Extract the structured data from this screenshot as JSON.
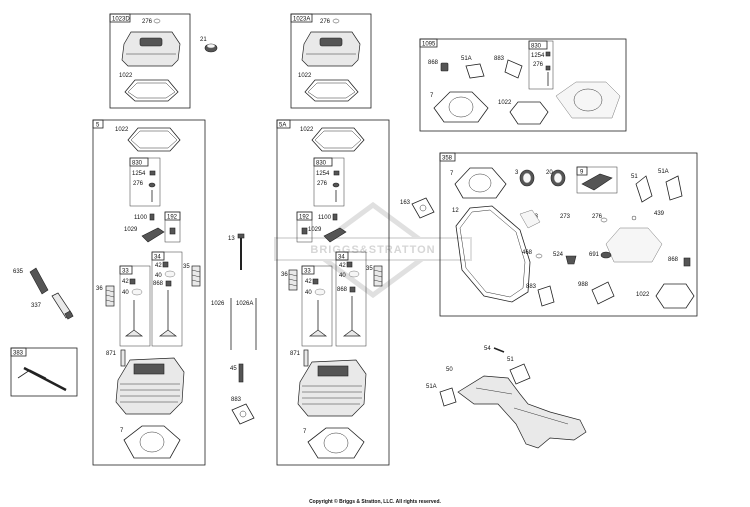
{
  "copyright": "Copyright © Briggs & Stratton, LLC. All rights reserved.",
  "watermark": "BRIGGS&STRATTON",
  "boxes": {
    "b1023d": "1023D",
    "b1023a": "1023A",
    "b1095": "1095",
    "b5": "5",
    "b5a": "5A",
    "b358": "358",
    "b383": "383",
    "b830a": "830",
    "b830b": "830",
    "b830c": "830",
    "b192a": "192",
    "b192b": "192",
    "b33a": "33",
    "b33b": "33",
    "b34a": "34",
    "b34b": "34",
    "b9": "9"
  },
  "labels": {
    "p276_1": "276",
    "p1022_1": "1022",
    "p21": "21",
    "p276_2": "276",
    "p1022_2": "1022",
    "p868_1": "868",
    "p51a_1": "51A",
    "p883_1": "883",
    "p1254_1": "1254",
    "p276_3": "276",
    "p7_1": "7",
    "p1022_3": "1022",
    "p1022_4": "1022",
    "p1254_2": "1254",
    "p276_4": "276",
    "p1100_1": "1100",
    "p1029_1": "1029",
    "p42_1": "42",
    "p42_2": "42",
    "p40_1": "40",
    "p40_2": "40",
    "p868_2": "868",
    "p36_1": "36",
    "p35_1": "35",
    "p871_1": "871",
    "p7_2": "7",
    "p1022_5": "1022",
    "p1254_3": "1254",
    "p276_5": "276",
    "p1100_2": "1100",
    "p1029_2": "1029",
    "p42_3": "42",
    "p42_4": "42",
    "p40_3": "40",
    "p40_4": "40",
    "p868_3": "868",
    "p36_2": "36",
    "p35_2": "35",
    "p871_2": "871",
    "p7_3": "7",
    "p13": "13",
    "p1026": "1026",
    "p1026a": "1026A",
    "p45": "45",
    "p883_2": "883",
    "p635": "635",
    "p337": "337",
    "p7_4": "7",
    "p3": "3",
    "p20": "20",
    "p51_1": "51",
    "p51a_2": "51A",
    "p163": "163",
    "p12": "12",
    "p273": "273",
    "p276_6": "276",
    "p439": "439",
    "p468": "468",
    "p524": "524",
    "p691": "691",
    "p868_4": "868",
    "p883_3": "883",
    "p988": "988",
    "p1022_6": "1022",
    "p54": "54",
    "p51_2": "51",
    "p50": "50",
    "p51a_3": "51A"
  }
}
